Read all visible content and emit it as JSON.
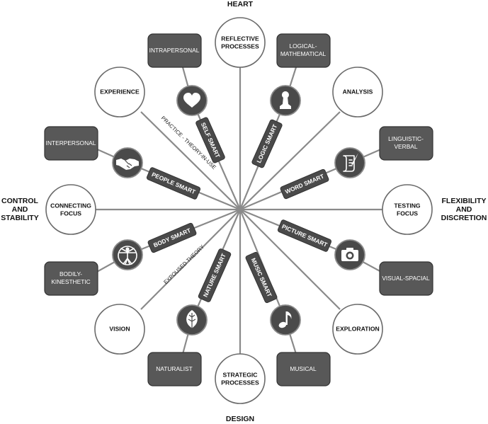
{
  "directions": {
    "top": "HEART",
    "bottom": "DESIGN",
    "left": [
      "CONTROL",
      "AND",
      "STABILITY"
    ],
    "right": [
      "FLEXIBILITY",
      "AND",
      "DISCRETION"
    ]
  },
  "circles": {
    "reflective": [
      "REFLECTIVE",
      "PROCESSES"
    ],
    "analysis": [
      "ANALYSIS"
    ],
    "testing": [
      "TESTING",
      "FOCUS"
    ],
    "exploration": [
      "EXPLORATION"
    ],
    "strategic": [
      "STRATEGIC",
      "PROCESSES"
    ],
    "vision": [
      "VISION"
    ],
    "connecting": [
      "CONNECTING",
      "FOCUS"
    ],
    "experience": [
      "EXPERIENCE"
    ]
  },
  "boxes": {
    "intrapersonal": [
      "INTRAPERSONAL"
    ],
    "logical": [
      "LOGICAL-",
      "MATHEMATICAL"
    ],
    "linguistic": [
      "LINGUISTIC-",
      "VERBAL"
    ],
    "visual": [
      "VISUAL-SPACIAL"
    ],
    "musical": [
      "MUSICAL"
    ],
    "naturalist": [
      "NATURALIST"
    ],
    "bodily": [
      "BODILY-",
      "KINESTHETIC"
    ],
    "interpersonal": [
      "INTERPERSONAL"
    ]
  },
  "smarts": {
    "self": "SELF SMART",
    "logic": "LOGIC SMART",
    "word": "WORD SMART",
    "picture": "PICTURE SMART",
    "music": "MUSIC SMART",
    "nature": "NATURE SMART",
    "body": "BODY SMART",
    "people": "PEOPLE SMART"
  },
  "icons": {
    "self": "heart-icon",
    "logic": "chess-pawn-icon",
    "word": "scroll-quill-icon",
    "picture": "camera-icon",
    "music": "music-note-icon",
    "nature": "leaf-icon",
    "body": "vitruvian-man-icon",
    "people": "handshake-icon"
  },
  "theories": {
    "in_use": "PRACTICE - THEORY-IN-USE",
    "espoused": "EXPOUSED THEORY"
  },
  "colors": {
    "box_fill": "#585858",
    "pill_fill": "#4a4a4a",
    "spoke": "#8a8a8a",
    "circle_stroke": "#6b6b6b"
  }
}
